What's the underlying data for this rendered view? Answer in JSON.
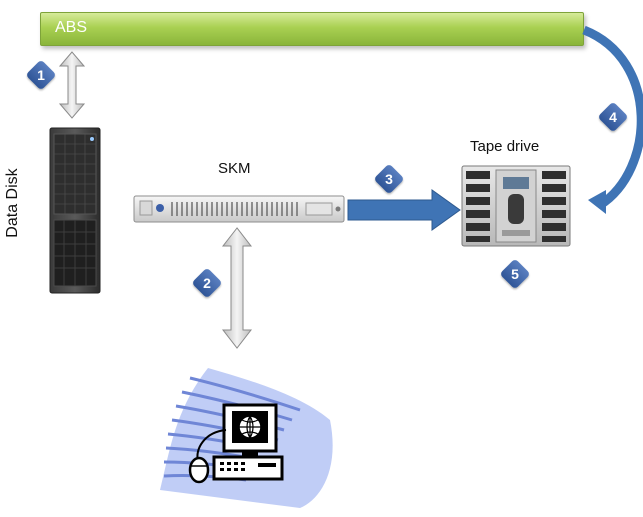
{
  "abs": {
    "label": "ABS"
  },
  "components": {
    "skm": {
      "label": "SKM"
    },
    "tape_drive": {
      "label": "Tape drive"
    },
    "data_disk": {
      "label": "Data Disk"
    }
  },
  "steps": [
    "1",
    "2",
    "3",
    "4",
    "5"
  ],
  "colors": {
    "abs_bar": "#a9d052",
    "step_badge": "#2f5597",
    "flow_arrow": "#3f74b5",
    "double_arrow": "#e6e6e6"
  }
}
